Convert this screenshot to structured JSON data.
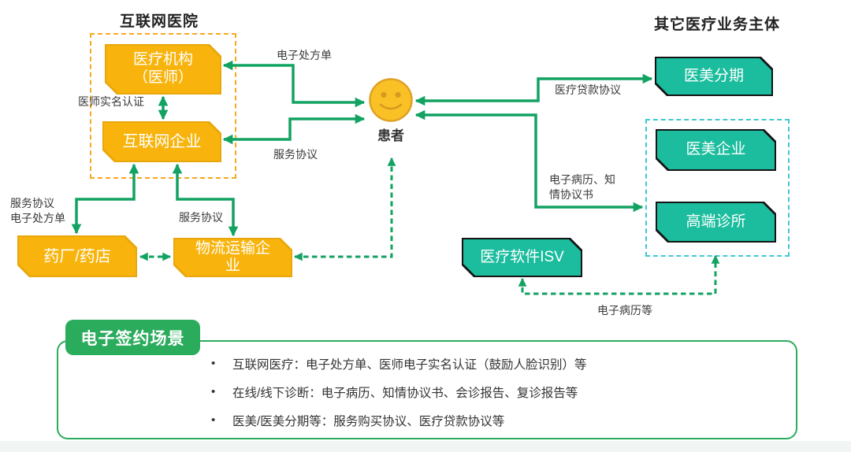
{
  "titles": {
    "hospital_group": "互联网医院",
    "other_group": "其它医疗业务主体"
  },
  "nodes": {
    "medical_institution": "医疗机构\n（医师）",
    "internet_company": "互联网企业",
    "pharmacy": "药厂/药店",
    "logistics": "物流运输企\n业",
    "patient": "患者",
    "beauty_installment": "医美分期",
    "beauty_company": "医美企业",
    "premium_clinic": "高端诊所",
    "medical_isv": "医疗软件ISV"
  },
  "edge_labels": {
    "e_prescription_top": "电子处方单",
    "doctor_real_name": "医师实名认证",
    "service_agreement_mid": "服务协议",
    "service_agreement_and_prescription": "服务协议\n电子处方单",
    "service_agreement_bottom": "服务协议",
    "medical_loan": "医疗贷款协议",
    "emr_consent": "电子病历、知\n情协议书",
    "emr_etc": "电子病历等"
  },
  "panel": {
    "tab": "电子签约场景",
    "bullet": "•",
    "items": [
      "互联网医疗：电子处方单、医师电子实名认证（鼓励人脸识别）等",
      "在线/线下诊断：电子病历、知情协议书、会诊报告、复诊报告等",
      "医美/医美分期等：服务购买协议、医疗贷款协议等"
    ]
  },
  "colors": {
    "connector_green": "#12a262",
    "box_yellow": "#f8b40c",
    "box_yellow_border": "#e9a70b",
    "box_teal": "#1bbd9e",
    "box_teal_border": "#141414",
    "dashed_orange": "#f6a81f",
    "dashed_cyan": "#41c8d2",
    "panel_green": "#2bac5c",
    "patient_face": "#f9c125"
  }
}
